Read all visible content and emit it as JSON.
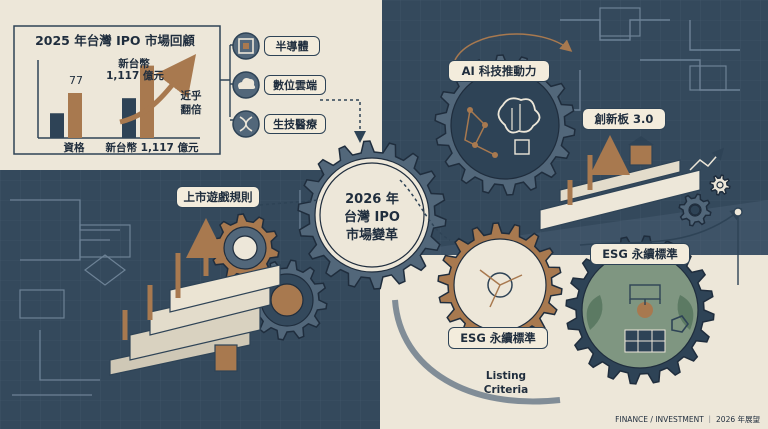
{
  "top_left_panel": {
    "title": "2025 年台灣 IPO 市場回顧",
    "chart_data": {
      "type": "bar",
      "categories": [
        "資格",
        "新台幣 1,117 億元"
      ],
      "series": [
        {
          "values": [
            77,
            1117
          ]
        }
      ],
      "data_labels": [
        "77",
        "新台幣\n1,117 億元"
      ],
      "annotation": "近乎翻倍"
    },
    "bar_label_a": "77",
    "bar_label_b_line1": "新台幣",
    "bar_label_b_line2": "1,117 億元",
    "annotation_line1": "近乎",
    "annotation_line2": "翻倍",
    "x_label_a": "資格",
    "x_label_b": "新台幣 1,117 億元"
  },
  "sectors": {
    "semiconductor": "半導體",
    "cloud": "數位雲端",
    "biotech": "生技醫療"
  },
  "center_gear": {
    "line1": "2026 年",
    "line2": "台灣 IPO",
    "line3": "市場變革"
  },
  "labels": {
    "listing_rules": "上市遊戲規則",
    "ai_driver": "AI 科技推動力",
    "innovation_board": "創新板 3.0",
    "esg_right": "ESG 永續標準",
    "esg_bottom": "ESG 永續標準",
    "listing_criteria_line1": "Listing",
    "listing_criteria_line2": "Criteria"
  },
  "footer": {
    "text": "FINANCE / INVESTMENT ｜ 2026 年展望"
  },
  "colors": {
    "navy": "#2e4356",
    "navy_dark": "#1f2d3d",
    "slate": "#52677a",
    "cream": "#ede7d9",
    "copper": "#a8794f",
    "sage": "#7f9681",
    "green": "#5c7a63"
  },
  "icons": {
    "semiconductor": "chip-icon",
    "cloud": "cloud-icon",
    "biotech": "dna-icon",
    "ai": "brain-icon",
    "esg": "leaf-solar-icon",
    "recycle": "recycle-icon"
  }
}
